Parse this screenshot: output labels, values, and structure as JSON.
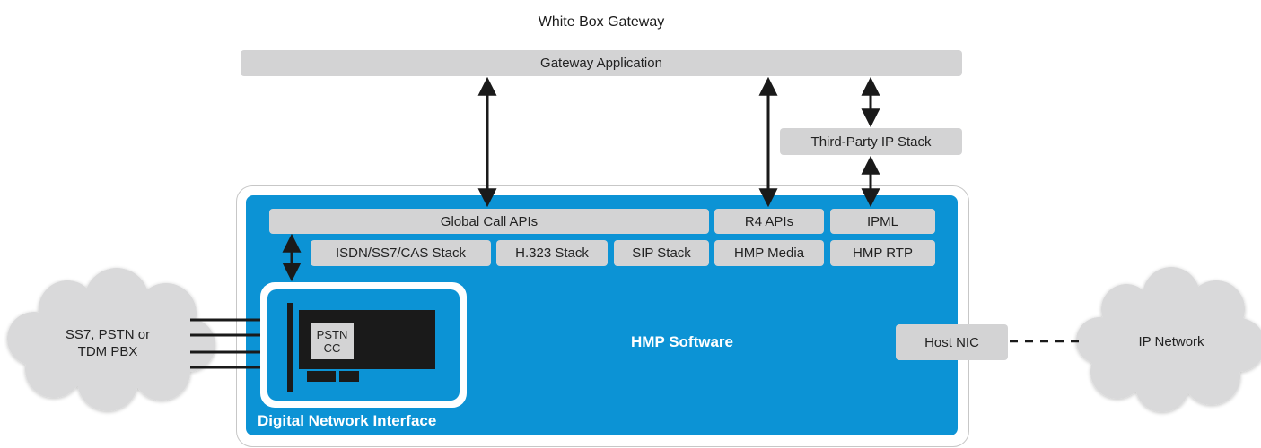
{
  "title": "White Box Gateway",
  "gateway_app": "Gateway Application",
  "third_party_stack": "Third-Party IP Stack",
  "apis": {
    "global_call": "Global Call APIs",
    "r4": "R4 APIs",
    "ipml": "IPML"
  },
  "stacks": {
    "isdn": "ISDN/SS7/CAS Stack",
    "h323": "H.323 Stack",
    "sip": "SIP Stack",
    "hmp_media": "HMP Media",
    "hmp_rtp": "HMP RTP"
  },
  "hmp_software": "HMP Software",
  "digital_network_interface": "Digital Network Interface",
  "pstn_cc": [
    "PSTN",
    "CC"
  ],
  "host_nic": "Host NIC",
  "left_cloud": [
    "SS7, PSTN or",
    "TDM PBX"
  ],
  "right_cloud": "IP Network",
  "colors": {
    "blue": "#0c93d5",
    "grey_box": "#d3d3d4",
    "cloud": "#d9d9da"
  }
}
